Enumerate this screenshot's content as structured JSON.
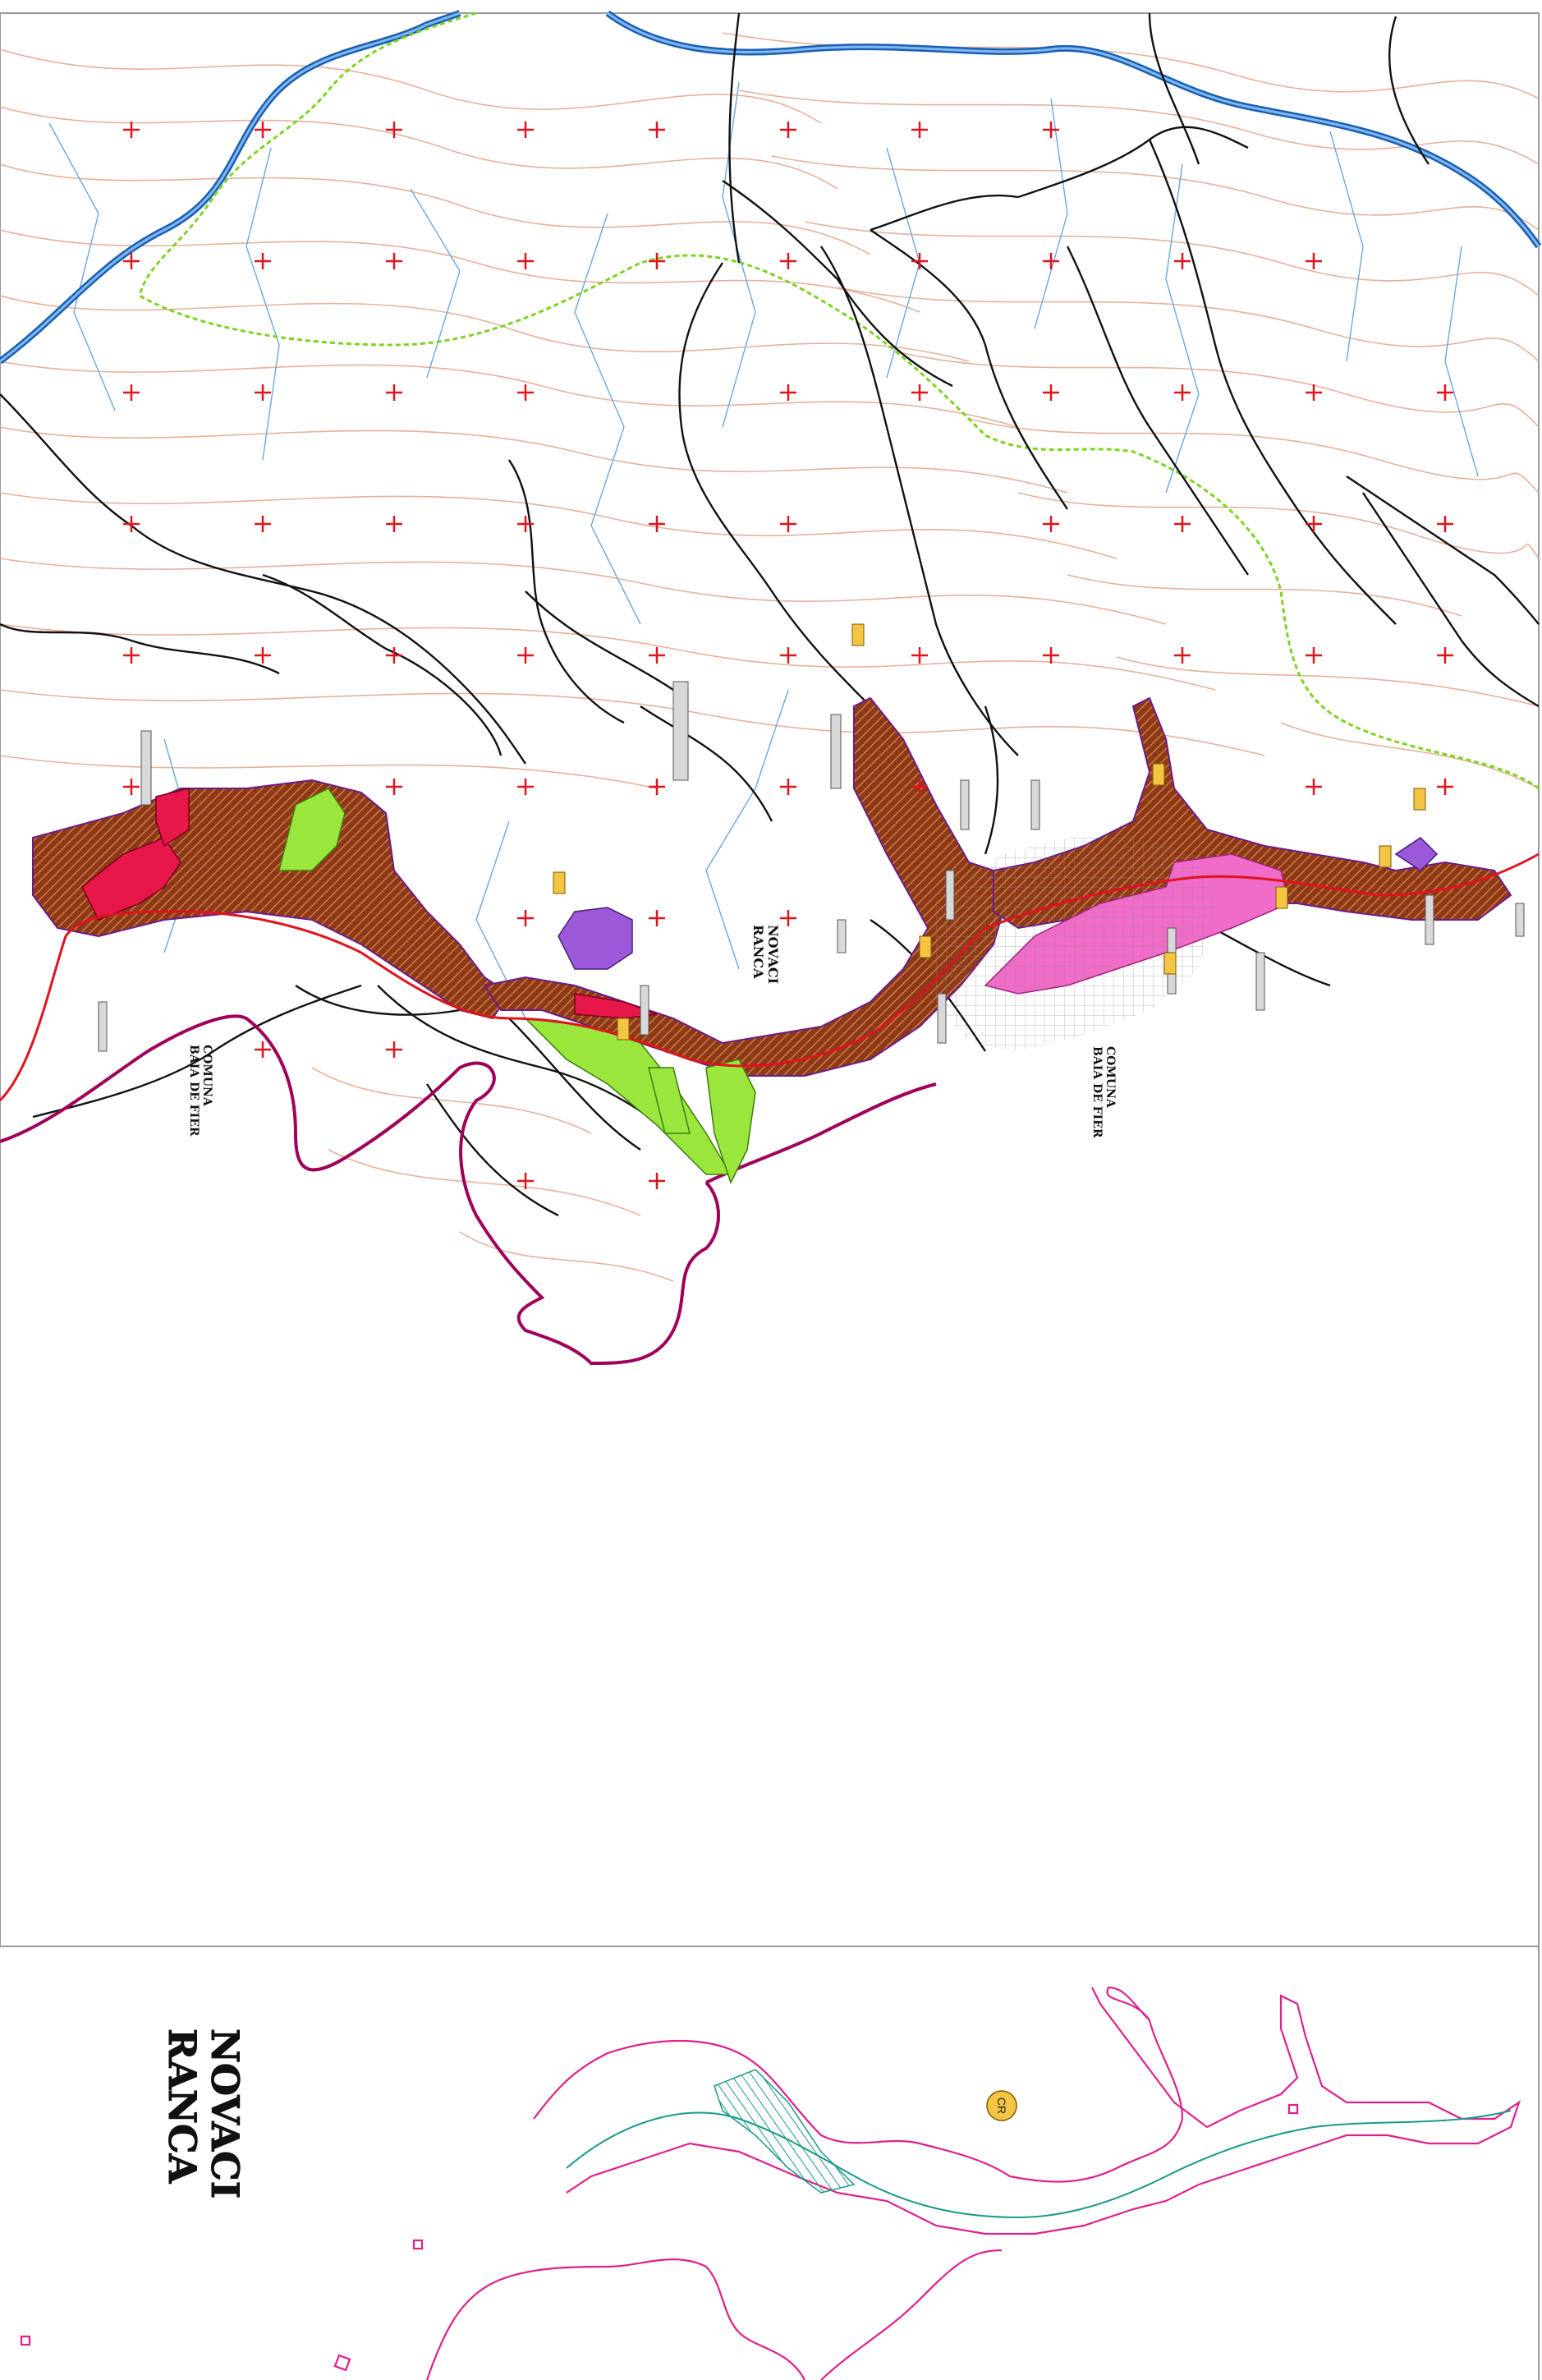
{
  "map": {
    "labels": {
      "locality_main": [
        "NOVACI",
        "RANCA"
      ],
      "commune_left": [
        "COMUNA",
        "BAIA DE FIER"
      ],
      "commune_right": [
        "COMUNA",
        "BAIA DE FIER"
      ],
      "inset_title": [
        "NOVACI",
        "RANCA"
      ],
      "inset_badge": "CR"
    },
    "colors": {
      "background": "#ffffff",
      "contour": "#e2a48a",
      "stream": "#6aa8de",
      "river": "#1a5fb4",
      "trail": "#7ed321",
      "road": "#111111",
      "boundary": "#a0005a",
      "built_area": "#8b3a1a",
      "hatch": "#d97a3a",
      "residential_red": "#e8174a",
      "green_zone": "#9be63c",
      "purple_zone": "#9b59d9",
      "pink_zone": "#f06cc8",
      "grid_marker": "#e0141e",
      "inset_line": "#e0208c",
      "inset_teal": "#1a9a8a",
      "tag": "#f4c542"
    }
  }
}
